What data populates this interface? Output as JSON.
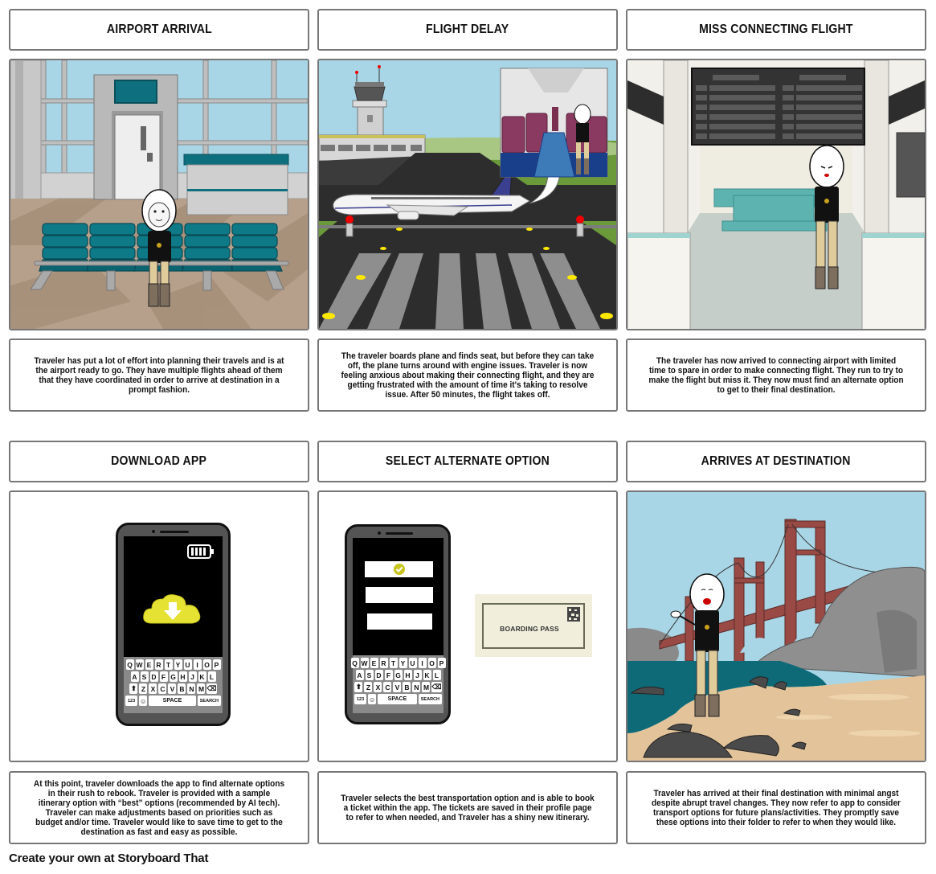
{
  "storyboard": {
    "panels": [
      {
        "title": "AIRPORT ARRIVAL",
        "caption": "Traveler has put a lot of effort into planning their travels and is at the airport ready to go. They have multiple flights ahead of them that they have coordinated in order to arrive at destination in a prompt fashion.",
        "scene": "airport-waiting-area"
      },
      {
        "title": "FLIGHT DELAY",
        "caption": "The traveler boards plane and finds seat, but before they can take off, the plane turns around with engine issues. Traveler is now feeling anxious about making their connecting flight, and they are getting frustrated with the amount of time it's taking to resolve issue. After 50 minutes, the flight takes off.",
        "scene": "runway-with-plane"
      },
      {
        "title": "MISS CONNECTING FLIGHT",
        "caption": "The traveler has now arrived to connecting airport with limited time to spare in order to make connecting flight. They run to try to make the flight but miss it. They now must find an alternate option to get to their final destination.",
        "scene": "terminal-departure-board"
      },
      {
        "title": "DOWNLOAD APP",
        "caption": "At this point, traveler downloads the app to find alternate options in their rush to rebook. Traveler is provided with a sample itinerary option with “best” options (recommended by AI tech). Traveler can make adjustments based on priorities such as budget and/or time. Traveler would like to save time to get to the destination as fast and easy as possible.",
        "scene": "phone-download"
      },
      {
        "title": "SELECT ALTERNATE OPTION",
        "caption": "Traveler selects the best transportation option and is able to book a ticket within the app. The tickets are saved in their profile page to refer to when needed, and Traveler has a shiny new itinerary.",
        "scene": "phone-select-and-boarding-pass"
      },
      {
        "title": "ARRIVES AT DESTINATION",
        "caption": "Traveler has arrived at their final destination with minimal angst despite abrupt travel changes. They now refer to app to consider transport options for future plans/activities. They promptly save these options into their folder to refer to when they would like.",
        "scene": "golden-gate-beach"
      }
    ]
  },
  "keyboard": {
    "row1": [
      "Q",
      "W",
      "E",
      "R",
      "T",
      "Y",
      "U",
      "I",
      "O",
      "P"
    ],
    "row2": [
      "A",
      "S",
      "D",
      "F",
      "G",
      "H",
      "J",
      "K",
      "L"
    ],
    "row3": [
      "Z",
      "X",
      "C",
      "V",
      "B",
      "N",
      "M"
    ],
    "num": "123",
    "space": "SPACE",
    "search": "SEARCH"
  },
  "boarding_pass": {
    "label": "BOARDING PASS"
  },
  "colors": {
    "border": "#777777",
    "sky": "#a9d6e6",
    "teal": "#0e6f7e",
    "cloud_yellow": "#e6e234",
    "bridge_red": "#9a4a45",
    "ticket_bg": "#f1efdc"
  },
  "footer": {
    "text": "Create your own at Storyboard That"
  }
}
